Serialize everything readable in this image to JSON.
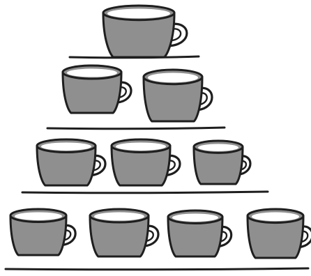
{
  "colors": {
    "background": "#ffffff",
    "cup_fill": "#8f8f8f",
    "cup_inner": "#ffffff",
    "outline": "#1e1e1e"
  },
  "rows": [
    {
      "cup_count": 1
    },
    {
      "cup_count": 2
    },
    {
      "cup_count": 3
    },
    {
      "cup_count": 4
    }
  ]
}
